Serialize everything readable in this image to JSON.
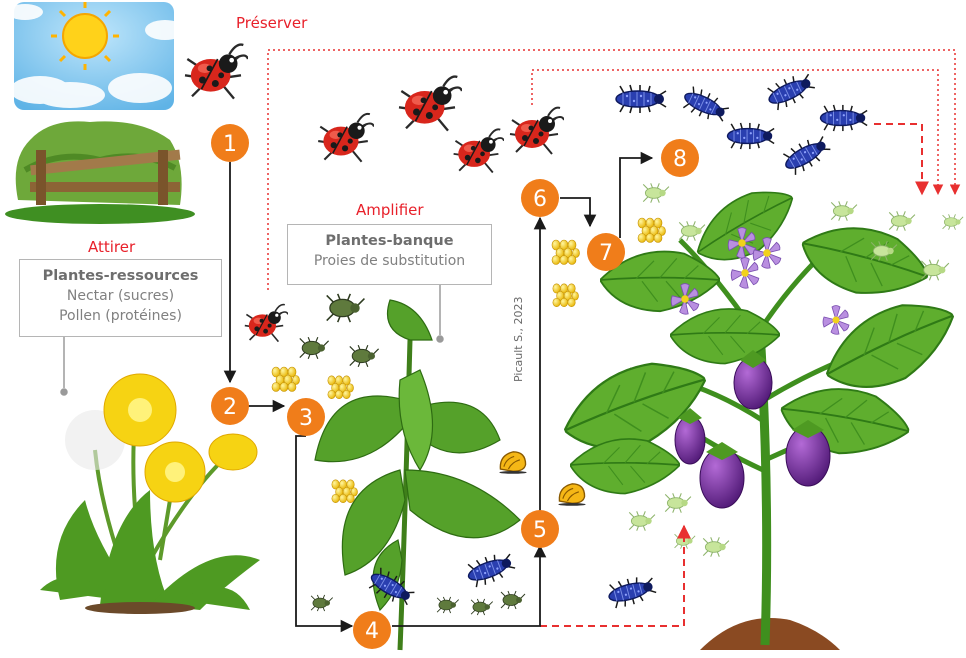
{
  "labels": {
    "preserver": "Préserver",
    "attirer": "Attirer",
    "amplifier": "Amplifier"
  },
  "resource_box": {
    "title": "Plantes-ressources",
    "line1": "Nectar (sucres)",
    "line2": "Pollen (protéines)"
  },
  "bank_box": {
    "title": "Plantes-banque",
    "line1": "Proies de substitution"
  },
  "credit": "Picault S., 2023",
  "steps": [
    "1",
    "2",
    "3",
    "4",
    "5",
    "6",
    "7",
    "8"
  ],
  "colors": {
    "step_circle": "#f07d1a",
    "label_red": "#e8202a",
    "arrow_dashed": "#e83030",
    "arrow_solid": "#1a1a1a"
  }
}
